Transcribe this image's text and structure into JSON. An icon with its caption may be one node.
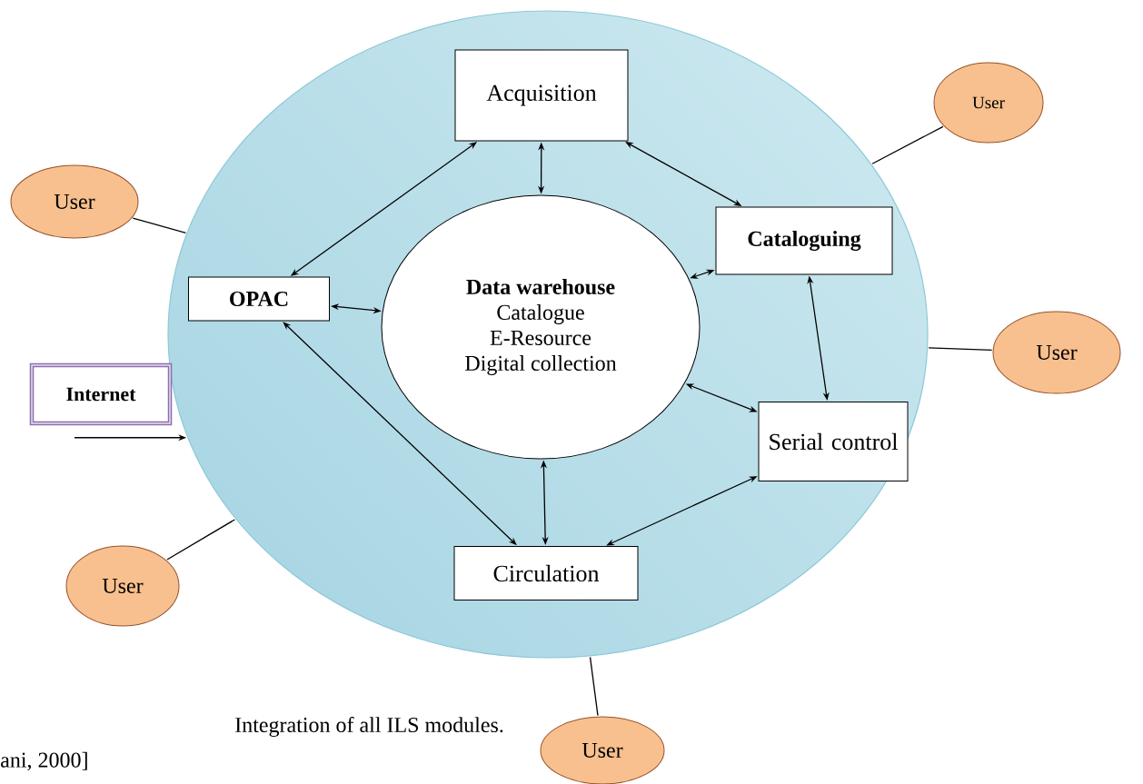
{
  "diagram": {
    "nodes": [
      {
        "text": [],
        "shape": "circle"
      },
      {
        "text": [
          "Acquisition"
        ],
        "in": 0
      },
      {
        "text": [
          "Cataloguing"
        ],
        "in": 0
      },
      {
        "text": [
          "OPAC"
        ],
        "in": 0
      },
      {
        "text": [
          "Data warehouse",
          "Catalogue",
          "E-Resource",
          "Digital collection"
        ],
        "in": 0
      },
      {
        "text": [
          "Serial control"
        ],
        "in": 0
      },
      {
        "text": [
          "Circulation"
        ],
        "in": 0
      },
      {
        "text": [
          "Internet"
        ]
      },
      {
        "text": [
          "User"
        ]
      },
      {
        "text": [
          "User"
        ]
      },
      {
        "text": [
          "User"
        ]
      },
      {
        "text": [
          "User"
        ]
      },
      {
        "text": [
          "User"
        ]
      }
    ],
    "edges": [
      {
        "from": 1,
        "to": 3,
        "arrow": "both"
      },
      {
        "from": 1,
        "to": 2,
        "arrow": "both"
      },
      {
        "from": 1,
        "to": 4,
        "arrow": "both"
      },
      {
        "from": 3,
        "to": 4,
        "arrow": "both"
      },
      {
        "from": 2,
        "to": 4,
        "arrow": "both"
      },
      {
        "from": 2,
        "to": 5,
        "arrow": "both"
      },
      {
        "from": 5,
        "to": 4,
        "arrow": "both"
      },
      {
        "from": 5,
        "to": 6,
        "arrow": "both"
      },
      {
        "from": 6,
        "to": 4,
        "arrow": "both"
      },
      {
        "from": 3,
        "to": 6,
        "arrow": "both"
      },
      {
        "from": 7,
        "to": 0,
        "arrow": "to"
      },
      {
        "from": 8,
        "to": 0,
        "arrow": "none"
      },
      {
        "from": 9,
        "to": 0,
        "arrow": "none"
      },
      {
        "from": 10,
        "to": 0,
        "arrow": "none"
      },
      {
        "from": 11,
        "to": 0,
        "arrow": "none"
      },
      {
        "from": 12,
        "to": 0,
        "arrow": "none"
      }
    ],
    "labels": [
      "Integration of all ILS modules.",
      "ani, 2000]"
    ]
  }
}
